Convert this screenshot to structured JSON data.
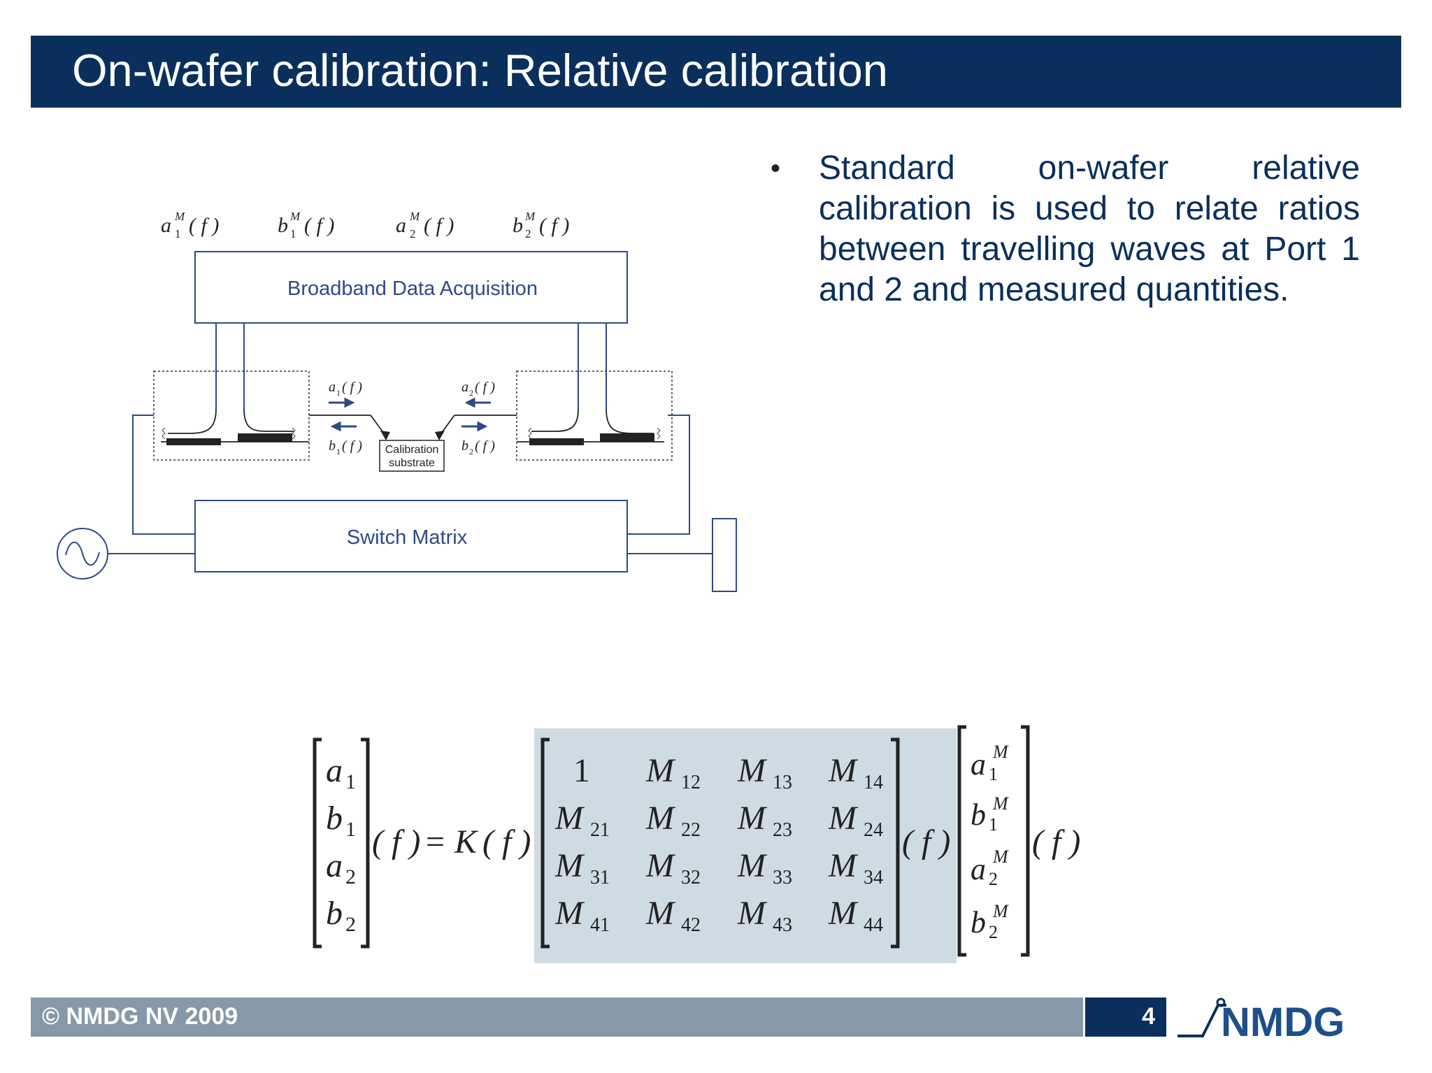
{
  "slide": {
    "title": "On-wafer calibration: Relative calibration",
    "bullet": "Standard on-wafer relative calibration is used to relate ratios between travelling waves at Port 1 and 2 and measured quantities."
  },
  "diagram": {
    "top_labels": [
      "a",
      "b",
      "a",
      "b"
    ],
    "top_subscripts": [
      "1",
      "1",
      "2",
      "2"
    ],
    "top_superscript": "M",
    "arg": "( f )",
    "daq_label": "Broadband Data Acquisition",
    "switch_label": "Switch Matrix",
    "substrate_label_1": "Calibration",
    "substrate_label_2": "substrate",
    "wave_a1": "a",
    "wave_a1_sub": "1",
    "wave_b1": "b",
    "wave_b1_sub": "1",
    "wave_a2": "a",
    "wave_a2_sub": "2",
    "wave_b2": "b",
    "wave_b2_sub": "2",
    "wave_arg": "( f )"
  },
  "equation": {
    "lhs": [
      [
        "a",
        "1"
      ],
      [
        "b",
        "1"
      ],
      [
        "a",
        "2"
      ],
      [
        "b",
        "2"
      ]
    ],
    "f1": "( f )",
    "equals": "=",
    "K": "K",
    "f2": "( f )",
    "matrix": [
      [
        [
          "1",
          ""
        ],
        [
          "M",
          "12"
        ],
        [
          "M",
          "13"
        ],
        [
          "M",
          "14"
        ]
      ],
      [
        [
          "M",
          "21"
        ],
        [
          "M",
          "22"
        ],
        [
          "M",
          "23"
        ],
        [
          "M",
          "24"
        ]
      ],
      [
        [
          "M",
          "31"
        ],
        [
          "M",
          "32"
        ],
        [
          "M",
          "33"
        ],
        [
          "M",
          "34"
        ]
      ],
      [
        [
          "M",
          "41"
        ],
        [
          "M",
          "42"
        ],
        [
          "M",
          "43"
        ],
        [
          "M",
          "44"
        ]
      ]
    ],
    "f3": "( f )",
    "rhs": [
      [
        "a",
        "1"
      ],
      [
        "b",
        "1"
      ],
      [
        "a",
        "2"
      ],
      [
        "b",
        "2"
      ]
    ],
    "rhs_sup": "M",
    "f4": "( f )"
  },
  "footer": {
    "copyright": "© NMDG NV 2009",
    "page": "4",
    "logo_text": "NMDG"
  },
  "colors": {
    "title_bg": "#0b2f5c",
    "footer_bg": "#8599a8",
    "matrix_bg": "#cfdbe2",
    "diagram_line": "#2e4a86"
  }
}
